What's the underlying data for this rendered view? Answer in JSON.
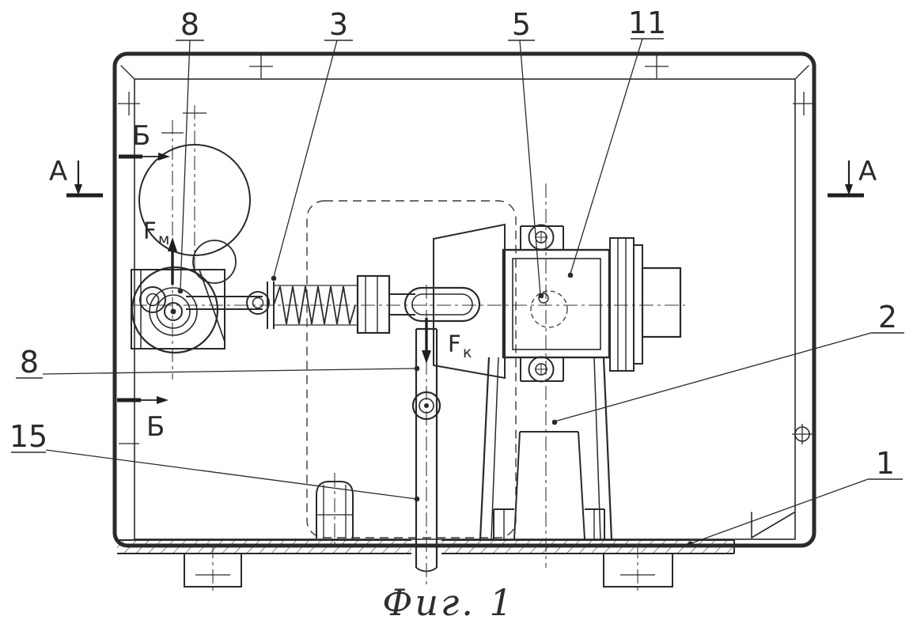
{
  "figure": {
    "caption": "Фиг. 1",
    "callouts": {
      "top_8": "8",
      "top_3": "3",
      "top_5": "5",
      "top_11": "11",
      "right_2": "2",
      "right_1": "1",
      "left_8": "8",
      "left_15": "15"
    },
    "sections": {
      "a_left": "А",
      "a_right": "А",
      "b_top": "Б",
      "b_bottom": "Б"
    },
    "forces": {
      "f_m": {
        "base": "F",
        "sub": "м"
      },
      "f_k": {
        "base": "F",
        "sub": "к"
      }
    },
    "colors": {
      "ink": "#2a2a2a",
      "background": "#ffffff"
    }
  }
}
